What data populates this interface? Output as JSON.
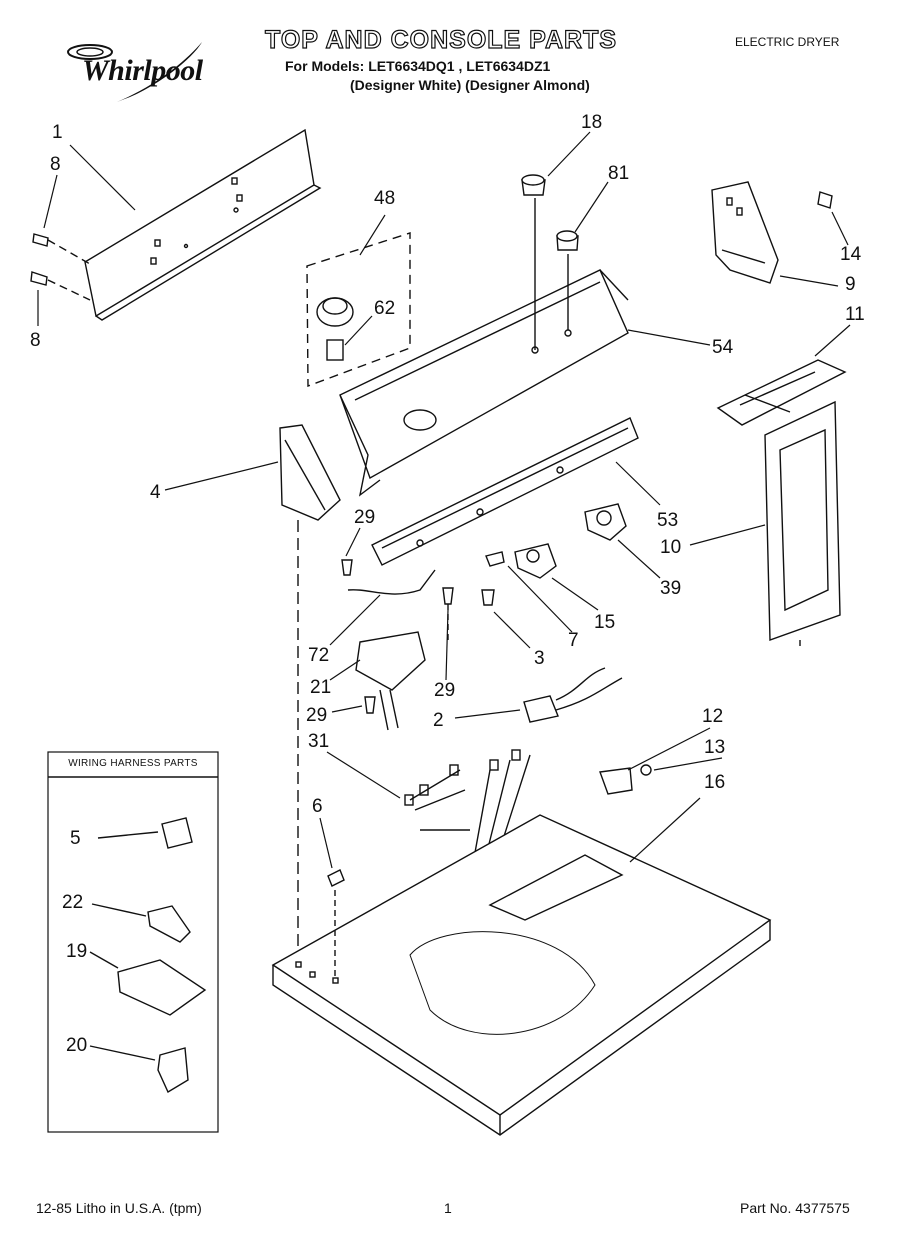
{
  "header": {
    "brand": "Whirlpool",
    "title": "TOP AND CONSOLE PARTS",
    "models_line": "For Models: LET6634DQ1 , LET6634DZ1",
    "variants_line": "(Designer White) (Designer Almond)",
    "category": "ELECTRIC DRYER"
  },
  "callouts": [
    "1",
    "8",
    "8",
    "48",
    "62",
    "18",
    "81",
    "14",
    "9",
    "54",
    "11",
    "4",
    "29",
    "53",
    "10",
    "39",
    "72",
    "15",
    "7",
    "3",
    "21",
    "29",
    "29",
    "2",
    "31",
    "12",
    "13",
    "16",
    "6",
    "5",
    "22",
    "19",
    "20"
  ],
  "wiring_box": {
    "title": "WIRING HARNESS PARTS"
  },
  "footer": {
    "left": "12-85 Litho in U.S.A. (tpm)",
    "page": "1",
    "part": "Part No. 4377575"
  }
}
